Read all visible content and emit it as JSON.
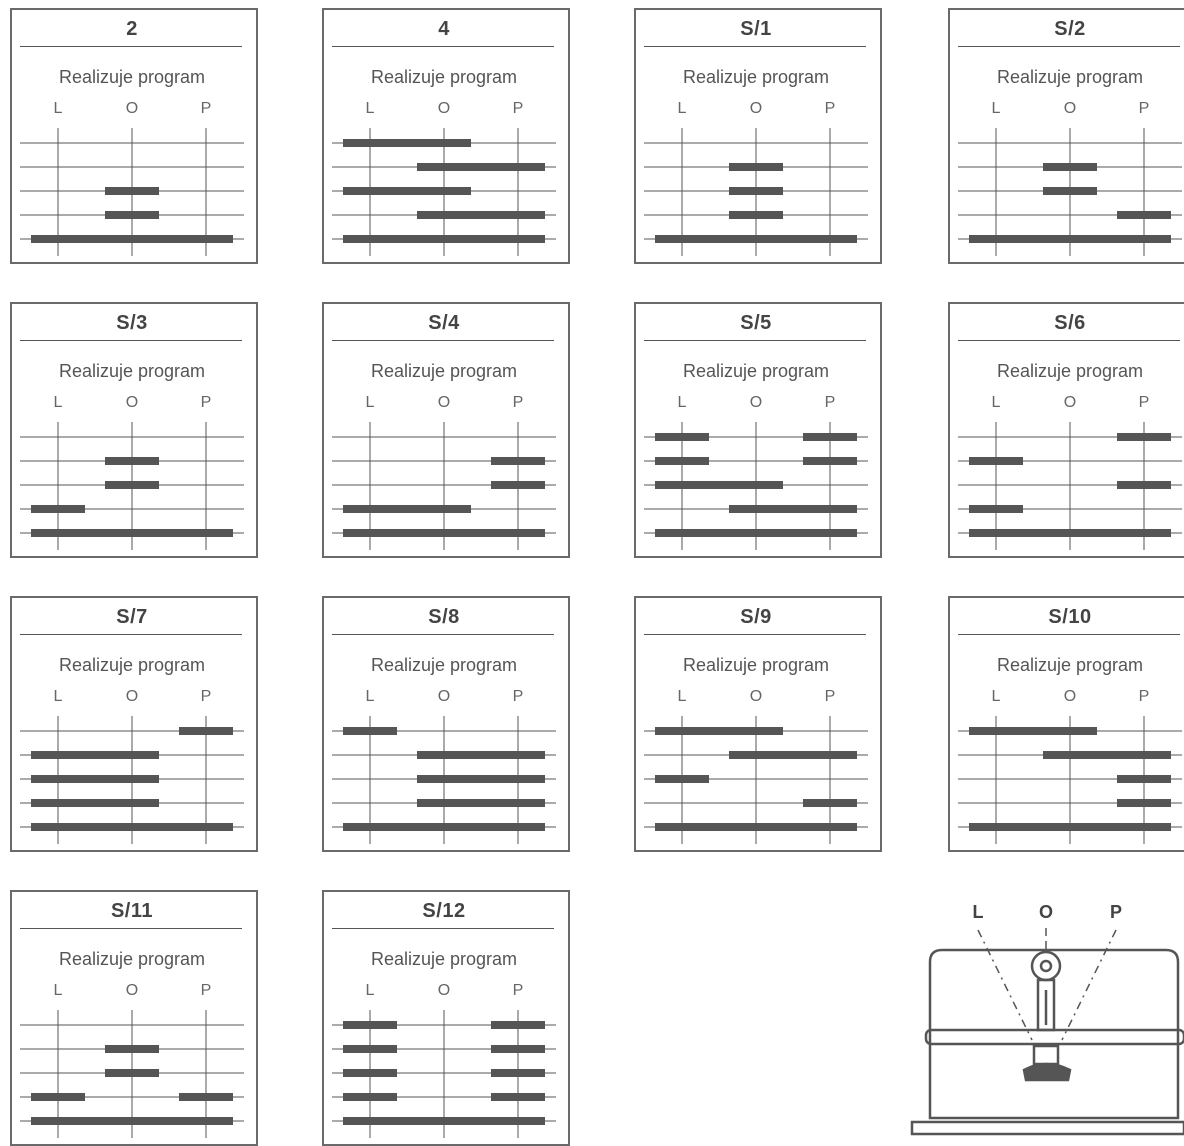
{
  "subtitle": "Realizuje program",
  "column_labels": [
    "L",
    "O",
    "P"
  ],
  "colors": {
    "bar": "#555555",
    "line": "#555555",
    "border": "#6a6a6a"
  },
  "panels": [
    {
      "title": "2",
      "rows": [
        [],
        [],
        [
          "O"
        ],
        [
          "O"
        ],
        [
          "L",
          "O",
          "P"
        ]
      ]
    },
    {
      "title": "4",
      "rows": [
        [
          "L",
          "O"
        ],
        [
          "O",
          "P"
        ],
        [
          "L",
          "O"
        ],
        [
          "O",
          "P"
        ],
        [
          "L",
          "O",
          "P"
        ]
      ]
    },
    {
      "title": "S/1",
      "rows": [
        [],
        [
          "O"
        ],
        [
          "O"
        ],
        [
          "O"
        ],
        [
          "L",
          "O",
          "P"
        ]
      ]
    },
    {
      "title": "S/2",
      "rows": [
        [],
        [
          "O"
        ],
        [
          "O"
        ],
        [
          "P"
        ],
        [
          "L",
          "O",
          "P"
        ]
      ]
    },
    {
      "title": "S/3",
      "rows": [
        [],
        [
          "O"
        ],
        [
          "O"
        ],
        [
          "L"
        ],
        [
          "L",
          "O",
          "P"
        ]
      ]
    },
    {
      "title": "S/4",
      "rows": [
        [],
        [
          "P"
        ],
        [
          "P"
        ],
        [
          "L",
          "O"
        ],
        [
          "L",
          "O",
          "P"
        ]
      ]
    },
    {
      "title": "S/5",
      "rows": [
        [
          "L",
          "P"
        ],
        [
          "L",
          "P"
        ],
        [
          "L",
          "O"
        ],
        [
          "O",
          "P"
        ],
        [
          "L",
          "O",
          "P"
        ]
      ]
    },
    {
      "title": "S/6",
      "rows": [
        [
          "P"
        ],
        [
          "L"
        ],
        [
          "P"
        ],
        [
          "L"
        ],
        [
          "L",
          "O",
          "P"
        ]
      ]
    },
    {
      "title": "S/7",
      "rows": [
        [
          "P"
        ],
        [
          "L",
          "O"
        ],
        [
          "L",
          "O"
        ],
        [
          "L",
          "O"
        ],
        [
          "L",
          "O",
          "P"
        ]
      ]
    },
    {
      "title": "S/8",
      "rows": [
        [
          "L"
        ],
        [
          "O",
          "P"
        ],
        [
          "O",
          "P"
        ],
        [
          "O",
          "P"
        ],
        [
          "L",
          "O",
          "P"
        ]
      ]
    },
    {
      "title": "S/9",
      "rows": [
        [
          "L",
          "O"
        ],
        [
          "O",
          "P"
        ],
        [
          "L"
        ],
        [
          "P"
        ],
        [
          "L",
          "O",
          "P"
        ]
      ]
    },
    {
      "title": "S/10",
      "rows": [
        [
          "L",
          "O"
        ],
        [
          "O",
          "P"
        ],
        [
          "P"
        ],
        [
          "P"
        ],
        [
          "L",
          "O",
          "P"
        ]
      ]
    },
    {
      "title": "S/11",
      "rows": [
        [],
        [
          "O"
        ],
        [
          "O"
        ],
        [
          "L",
          "P"
        ],
        [
          "L",
          "O",
          "P"
        ]
      ]
    },
    {
      "title": "S/12",
      "rows": [
        [
          "L",
          "P"
        ],
        [
          "L",
          "P"
        ],
        [
          "L",
          "P"
        ],
        [
          "L",
          "P"
        ],
        [
          "L",
          "O",
          "P"
        ]
      ]
    }
  ],
  "icon": {
    "labels": [
      "L",
      "O",
      "P"
    ],
    "name": "washer-spray-arms-icon"
  }
}
